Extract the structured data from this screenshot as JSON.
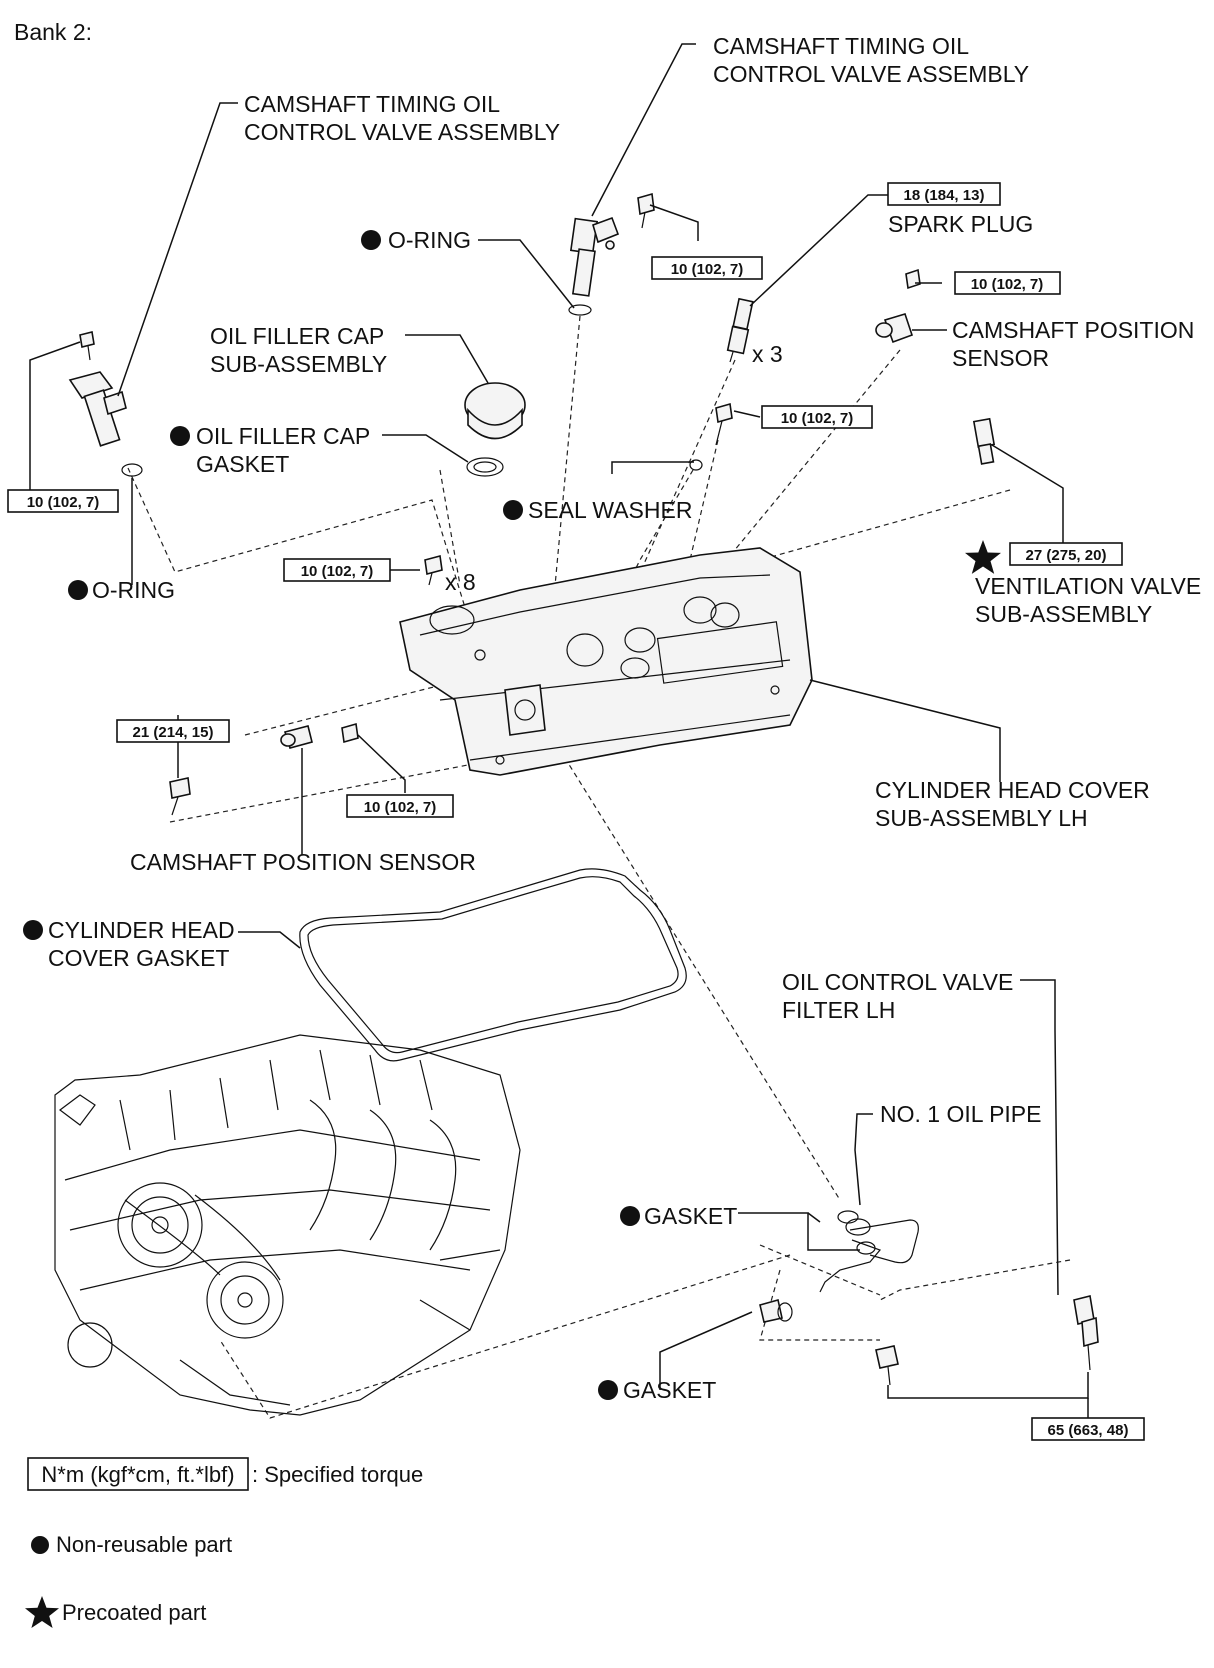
{
  "header": {
    "bank_label": "Bank 2:"
  },
  "labels": {
    "ocv_top_1": "CAMSHAFT TIMING OIL",
    "ocv_top_2": "CONTROL VALVE ASSEMBLY",
    "ocv_left_1": "CAMSHAFT TIMING OIL",
    "ocv_left_2": "CONTROL VALVE ASSEMBLY",
    "o_ring_top": "O-RING",
    "spark_plug": "SPARK PLUG",
    "oil_filler_cap_1": "OIL FILLER CAP",
    "oil_filler_cap_2": "SUB-ASSEMBLY",
    "cam_pos_sensor_right_1": "CAMSHAFT POSITION",
    "cam_pos_sensor_right_2": "SENSOR",
    "spark_plug_qty": "x 3",
    "oil_filler_gasket_1": "OIL FILLER CAP",
    "oil_filler_gasket_2": "GASKET",
    "seal_washer": "SEAL WASHER",
    "o_ring_left": "O-RING",
    "bolt_qty": "x 8",
    "vent_valve_1": "VENTILATION VALVE",
    "vent_valve_2": "SUB-ASSEMBLY",
    "head_cover_1": "CYLINDER HEAD COVER",
    "head_cover_2": "SUB-ASSEMBLY LH",
    "cam_pos_sensor_bottom": "CAMSHAFT POSITION SENSOR",
    "head_gasket_1": "CYLINDER HEAD",
    "head_gasket_2": "COVER GASKET",
    "ocv_filter_1": "OIL CONTROL VALVE",
    "ocv_filter_2": "FILTER LH",
    "oil_pipe": "NO. 1 OIL PIPE",
    "gasket_upper": "GASKET",
    "gasket_lower": "GASKET"
  },
  "torque": {
    "ocv_top_bolt": "10 (102, 7)",
    "spark_plug": "18 (184, 13)",
    "cam_sensor_right_bolt": "10 (102, 7)",
    "seal_washer_bolt": "10 (102, 7)",
    "ocv_left_bolt": "10 (102, 7)",
    "cover_bolts": "10 (102, 7)",
    "vent_valve": "27 (275, 20)",
    "stud_bolt": "21 (214, 15)",
    "cam_sensor_bottom_bolt": "10 (102, 7)",
    "union_bolts": "65 (663, 48)"
  },
  "legend": {
    "torque_box": "N*m (kgf*cm, ft.*lbf)",
    "torque_desc": ": Specified torque",
    "non_reusable": "Non-reusable part",
    "precoated": "Precoated part"
  },
  "colors": {
    "line": "#111111",
    "background": "#ffffff"
  },
  "icons": {
    "non_reusable": "filled-circle-icon",
    "precoated": "star-icon"
  }
}
